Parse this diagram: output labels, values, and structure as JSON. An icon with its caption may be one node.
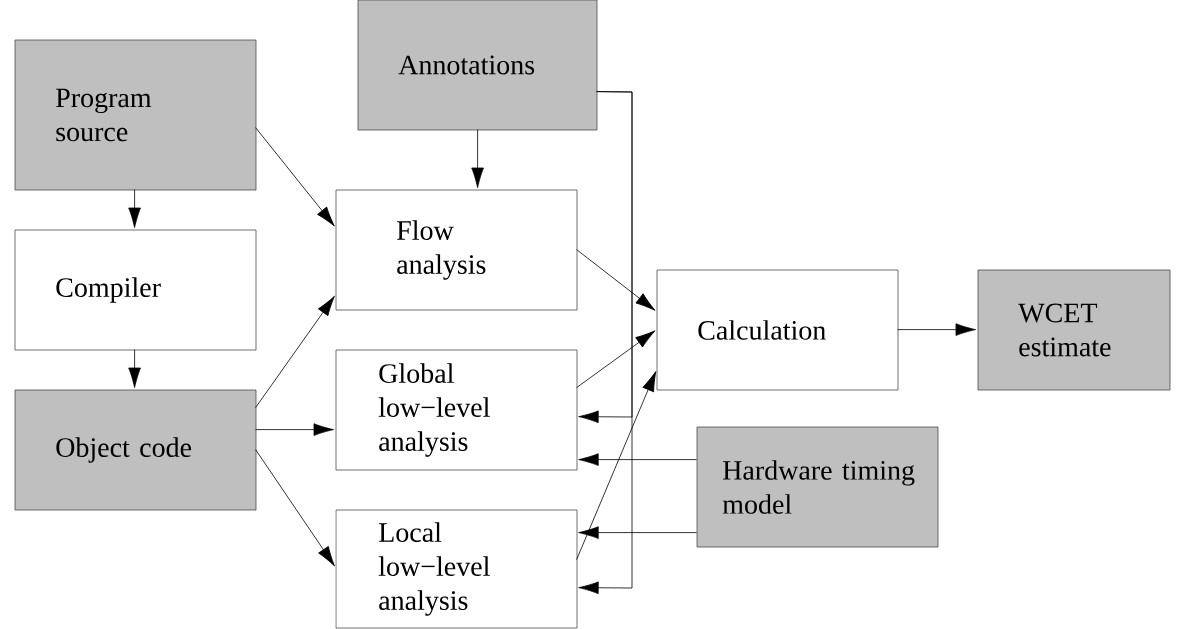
{
  "diagram": {
    "nodes": [
      {
        "text": [
          "Annotations"
        ]
      },
      {
        "text": [
          "Program source"
        ]
      },
      {
        "text": [
          "Flow analysis"
        ]
      },
      {
        "text": [
          "Compiler"
        ]
      },
      {
        "text": [
          "Calculation"
        ]
      },
      {
        "text": [
          "WCET estimate"
        ]
      },
      {
        "text": [
          "Object code"
        ]
      },
      {
        "text": [
          "Global low−level analysis"
        ]
      },
      {
        "text": [
          "Hardware timing model"
        ]
      },
      {
        "text": [
          "Local low−level analysis"
        ]
      }
    ],
    "edges": [
      {
        "from": 1,
        "to": 3,
        "arrow": "to"
      },
      {
        "from": 3,
        "to": 6,
        "arrow": "to"
      },
      {
        "from": 1,
        "to": 2,
        "arrow": "to"
      },
      {
        "from": 0,
        "to": 2,
        "arrow": "to"
      },
      {
        "from": 6,
        "to": 2,
        "arrow": "to"
      },
      {
        "from": 6,
        "to": 7,
        "arrow": "to"
      },
      {
        "from": 6,
        "to": 9,
        "arrow": "to"
      },
      {
        "from": 2,
        "to": 4,
        "arrow": "to"
      },
      {
        "from": 7,
        "to": 4,
        "arrow": "to"
      },
      {
        "from": 9,
        "to": 4,
        "arrow": "to"
      },
      {
        "from": 4,
        "to": 5,
        "arrow": "to"
      },
      {
        "from": 8,
        "to": 7,
        "arrow": "to"
      },
      {
        "from": 8,
        "to": 9,
        "arrow": "to"
      },
      {
        "from": 0,
        "to": 7,
        "arrow": "to"
      },
      {
        "from": 0,
        "to": 9,
        "arrow": "to"
      }
    ]
  }
}
